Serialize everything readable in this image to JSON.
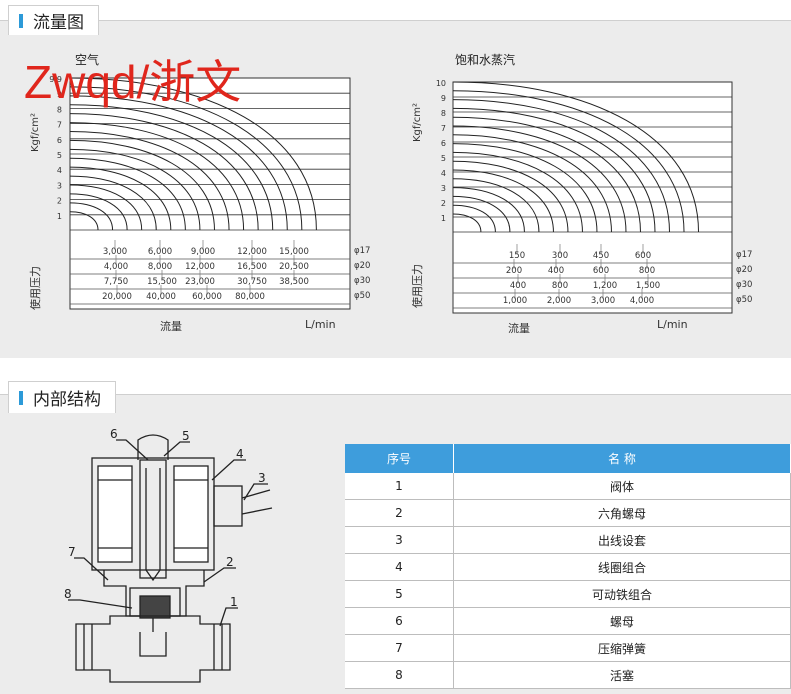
{
  "section1": {
    "title": "流量图"
  },
  "section2": {
    "title": "内部结构"
  },
  "watermark": "Zwqd/浙文",
  "chart_left": {
    "title": "空气",
    "ylabel": "Kgf/cm²",
    "y_ticks": [
      "9.9",
      "9",
      "8",
      "7",
      "6",
      "5",
      "4",
      "3",
      "2",
      "1"
    ],
    "rows": [
      {
        "values": [
          "3,000",
          "6,000",
          "9,000",
          "12,000",
          "15,000"
        ],
        "size": "φ17"
      },
      {
        "values": [
          "4,000",
          "8,000",
          "12,000",
          "16,500",
          "20,500"
        ],
        "size": "φ20"
      },
      {
        "values": [
          "7,750",
          "15,500",
          "23,000",
          "30,750",
          "38,500"
        ],
        "size": "φ30"
      },
      {
        "values": [
          "20,000",
          "40,000",
          "60,000",
          "80,000"
        ],
        "size": "φ50"
      }
    ],
    "side_label": "使用压力",
    "xlabel": "流量",
    "unit": "L/min"
  },
  "chart_right": {
    "title": "饱和水蒸汽",
    "ylabel": "Kgf/cm²",
    "y_ticks": [
      "10",
      "9",
      "8",
      "7",
      "6",
      "5",
      "4",
      "3",
      "2",
      "1"
    ],
    "rows": [
      {
        "values": [
          "150",
          "300",
          "450",
          "600"
        ],
        "size": "φ17"
      },
      {
        "values": [
          "200",
          "400",
          "600",
          "800"
        ],
        "size": "φ20"
      },
      {
        "values": [
          "400",
          "800",
          "1,200",
          "1,500"
        ],
        "size": "φ30"
      },
      {
        "values": [
          "1,000",
          "2,000",
          "3,000",
          "4,000"
        ],
        "size": "φ50"
      }
    ],
    "side_label": "使用压力",
    "xlabel": "流量",
    "unit": "L/min"
  },
  "diagram_labels": [
    "6",
    "5",
    "4",
    "3",
    "7",
    "2",
    "8",
    "1"
  ],
  "table": {
    "headers": [
      "序号",
      "名 称"
    ],
    "rows": [
      [
        "1",
        "阀体"
      ],
      [
        "2",
        "六角螺母"
      ],
      [
        "3",
        "出线设套"
      ],
      [
        "4",
        "线圈组合"
      ],
      [
        "5",
        "可动铁组合"
      ],
      [
        "6",
        "螺母"
      ],
      [
        "7",
        "压缩弹簧"
      ],
      [
        "8",
        "活塞"
      ]
    ]
  }
}
